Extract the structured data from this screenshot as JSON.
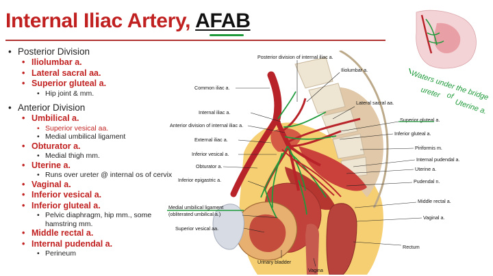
{
  "slide": {
    "title": "Internal Iliac Artery",
    "title_comma": ",",
    "title_sub": "AFAB"
  },
  "outline": {
    "posterior": {
      "label": "Posterior Division",
      "items": [
        {
          "label": "Iliolumbar a."
        },
        {
          "label": "Lateral sacral aa."
        },
        {
          "label": "Superior gluteal a."
        }
      ],
      "note": "Hip joint & mm."
    },
    "anterior": {
      "label": "Anterior Division",
      "umbilical": "Umbilical a.",
      "umbilical_sub1": "Superior vesical aa.",
      "umbilical_sub2": "Medial umbilical ligament",
      "obturator": "Obturator a.",
      "obturator_sub": "Medial thigh mm.",
      "uterine": "Uterine a.",
      "uterine_sub": "Runs over ureter @ internal os of cervix",
      "vaginal": "Vaginal a.",
      "inf_vesical": "Inferior vesical a.",
      "inf_gluteal": "Inferior gluteal a.",
      "inf_gluteal_sub": "Pelvic diaphragm, hip mm., some hamstring mm.",
      "middle_rectal": "Middle rectal a.",
      "int_pudendal": "Internal pudendal a.",
      "int_pudendal_sub": "Perineum"
    }
  },
  "figure": {
    "labels": {
      "post_div": "Posterior division of internal iliac a.",
      "iliolumbar": "Iliolumbar a.",
      "common_iliac": "Common iliac a.",
      "lateral_sacral": "Lateral sacral aa.",
      "internal_iliac": "Internal iliac a.",
      "superior_gluteal": "Superior gluteal a.",
      "anterior_div": "Anterior division of internal iliac a.",
      "inferior_gluteal": "Inferior gluteal a.",
      "external_iliac": "External iliac a.",
      "piriformis": "Piriformis m.",
      "inferior_vesical": "Inferior vesical a.",
      "internal_pudendal": "Internal pudendal a.",
      "obturator": "Obturator a.",
      "uterine": "Uterine a.",
      "pudendal_n": "Pudendal n.",
      "inferior_epigastric": "Inferior epigastric a.",
      "middle_rectal": "Middle rectal a.",
      "medial_umbilical": "Medial umbilical ligament",
      "obliterated_umbilical": "(obliterated umbilical a.)",
      "vaginal": "Vaginal a.",
      "superior_vesical": "Superior vesical aa.",
      "rectum": "Rectum",
      "urinary_bladder": "Urinary bladder",
      "vagina": "Vagina"
    }
  },
  "handwriting": {
    "line1": "Waters under the bridge",
    "line2": "ureter",
    "line3": "of",
    "line4": "Uterine a."
  },
  "colors": {
    "title_red": "#c0201f",
    "artery": "#b8232a",
    "annotation_green": "#1f9a3b"
  }
}
